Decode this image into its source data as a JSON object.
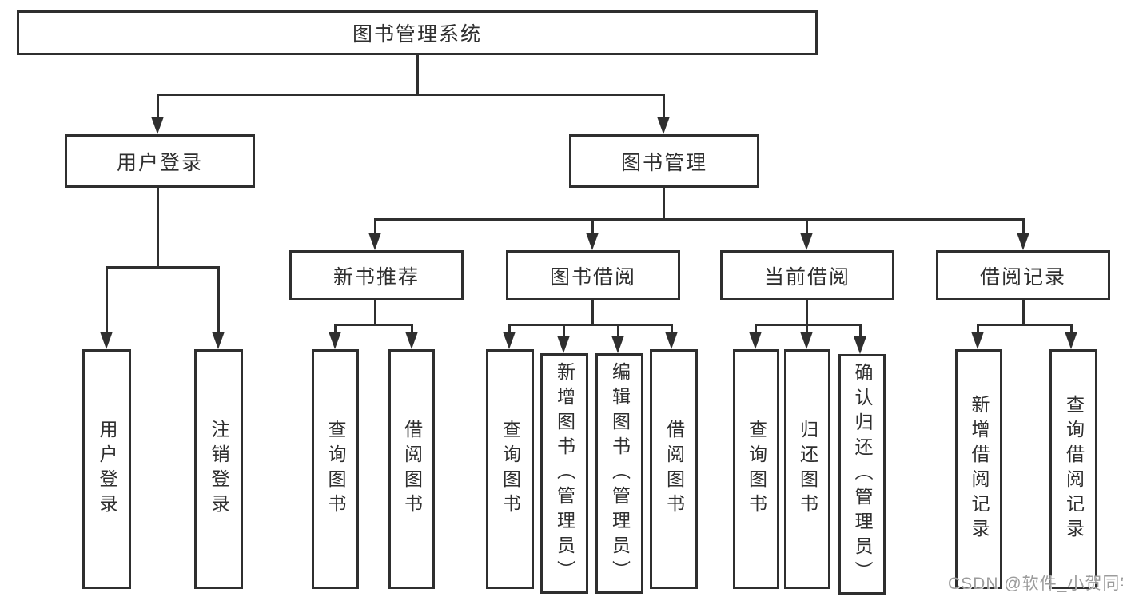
{
  "diagram": {
    "root": {
      "label": "图书管理系统"
    },
    "level2": [
      {
        "id": "user-login",
        "label": "用户登录"
      },
      {
        "id": "book-management",
        "label": "图书管理"
      }
    ],
    "level3": [
      {
        "id": "new-book-recommend",
        "label": "新书推荐"
      },
      {
        "id": "book-borrow",
        "label": "图书借阅"
      },
      {
        "id": "current-borrow",
        "label": "当前借阅"
      },
      {
        "id": "borrow-records",
        "label": "借阅记录"
      }
    ],
    "leaves": {
      "user_login": [
        "用户登录",
        "注销登录"
      ],
      "new_book_recommend": [
        "查询图书",
        "借阅图书"
      ],
      "book_borrow": [
        "查询图书",
        "新增图书（管理员）",
        "编辑图书（管理员）",
        "借阅图书"
      ],
      "current_borrow": [
        "查询图书",
        "归还图书",
        "确认归还（管理员）"
      ],
      "borrow_records": [
        "新增借阅记录",
        "查询借阅记录"
      ]
    }
  },
  "watermark": {
    "text": "CSDN @软件_小贺同学",
    "color": "#9c9c9c"
  },
  "colors": {
    "line": "#2f2f2f",
    "text": "#2f2f2f",
    "background": "#ffffff"
  }
}
